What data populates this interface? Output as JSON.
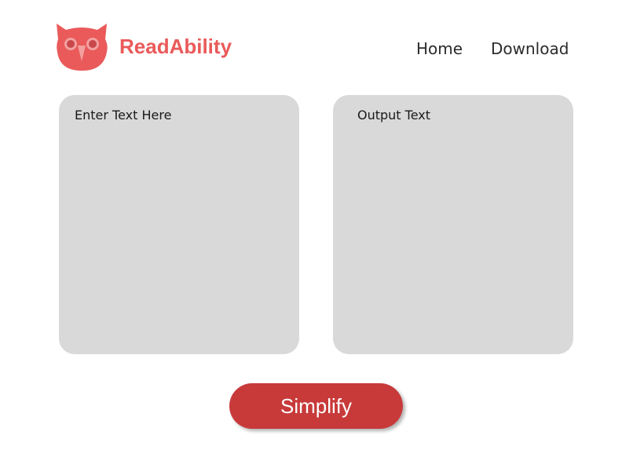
{
  "header": {
    "brand_name": "ReadAbility",
    "logo_icon": "owl-icon",
    "nav": [
      {
        "label": "Home"
      },
      {
        "label": "Download"
      }
    ]
  },
  "input_panel": {
    "placeholder": "Enter Text Here",
    "value": ""
  },
  "output_panel": {
    "placeholder": "Output Text",
    "value": ""
  },
  "actions": {
    "simplify_label": "Simplify"
  },
  "colors": {
    "brand": "#ea5a5a",
    "button": "#c83a3a",
    "panel": "#d9d9d9"
  }
}
